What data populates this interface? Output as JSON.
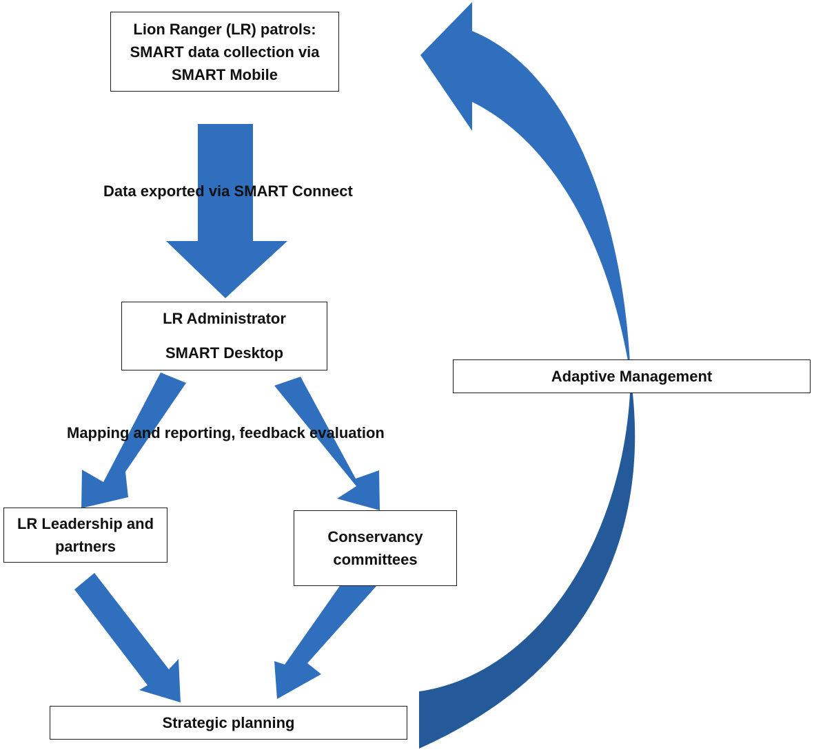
{
  "colors": {
    "arrow": "#2f6fbe",
    "arrow_dark": "#245a99",
    "box_border": "#1a1a1a",
    "text": "#111111"
  },
  "nodes": {
    "patrols": {
      "lines": [
        "Lion Ranger (LR) patrols:",
        "SMART data collection via",
        "SMART Mobile"
      ]
    },
    "administrator": {
      "lines": [
        "LR Administrator",
        "SMART Desktop"
      ]
    },
    "leadership": {
      "lines": [
        "LR Leadership and",
        "partners"
      ]
    },
    "committees": {
      "lines": [
        "Conservancy",
        "committees"
      ]
    },
    "strategic": {
      "lines": [
        "Strategic planning"
      ]
    },
    "adaptive": {
      "lines": [
        "Adaptive Management"
      ]
    }
  },
  "edges": {
    "export_label": "Data exported via SMART Connect",
    "mapping_label": "Mapping and reporting, feedback evaluation"
  }
}
